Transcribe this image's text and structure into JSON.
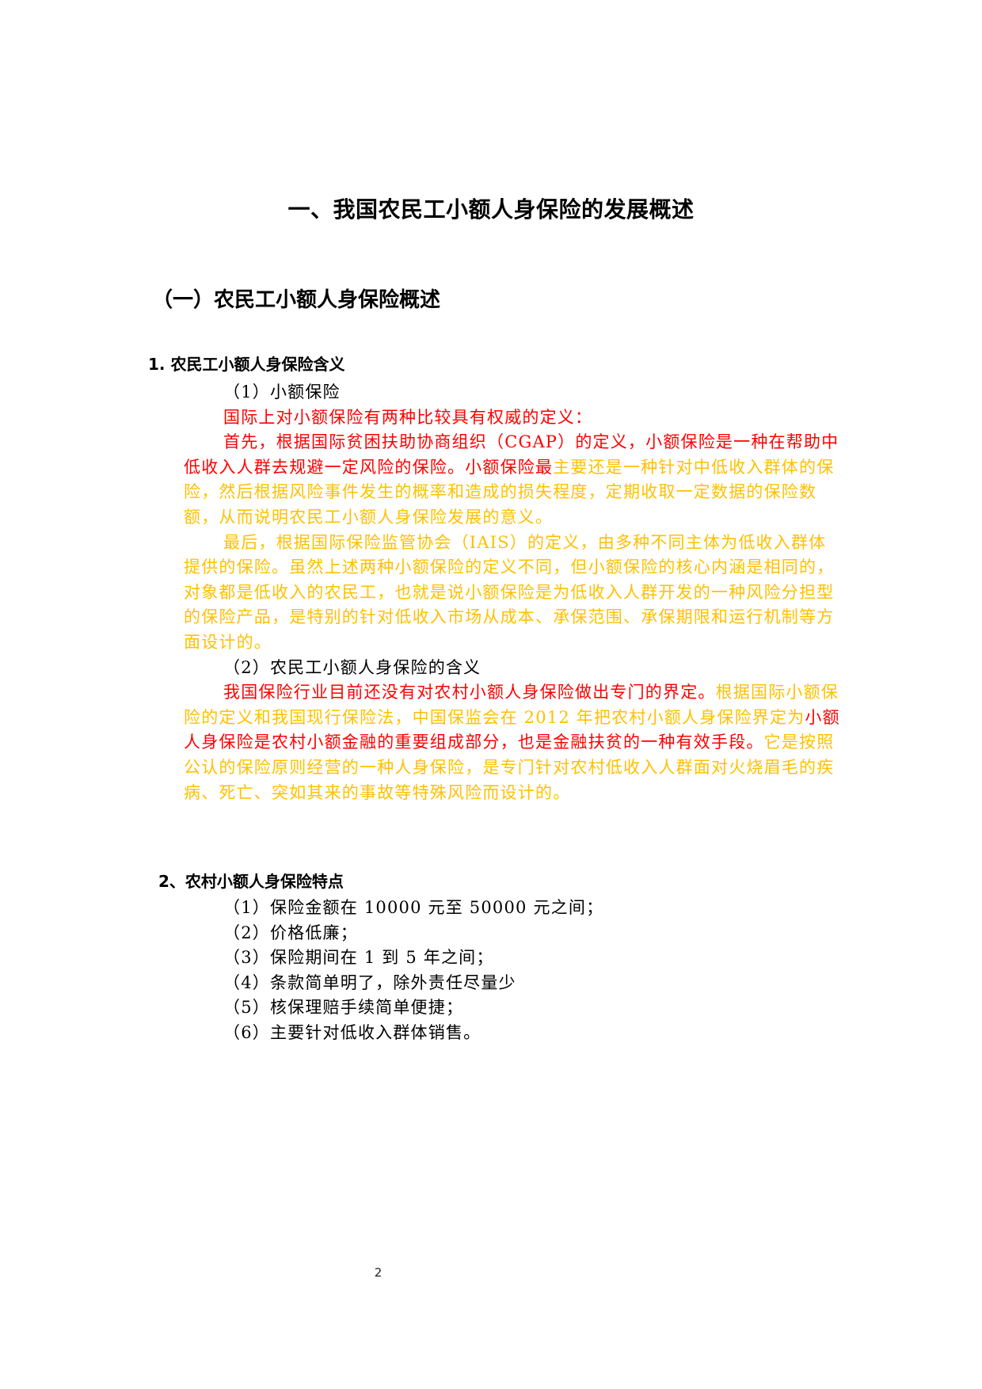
{
  "document": {
    "title": "一、我国农民工小额人身保险的发展概述",
    "section": "（一）农民工小额人身保险概述",
    "subsection1": {
      "heading": "1. 农民工小额人身保险含义",
      "item1_label": "（1）小额保险",
      "p1": "国际上对小额保险有两种比较具有权威的定义：",
      "p2_red": "首先，根据国际贫困扶助协商组织（CGAP）的定义，小额保险是一种在帮助中低收入人群去规避一定风险的保险。小额保险最",
      "p2_yellow": "主要还是一种针对中低收入群体的保险，然后根据风险事件发生的概率和造成的损失程度，定期收取一定数据的保险数额，从而说明农民工小额人身保险发展的意义。",
      "p3": "最后，根据国际保险监管协会（IAIS）的定义，由多种不同主体为低收入群体提供的保险。虽然上述两种小额保险的定义不同，但小额保险的核心内涵是相同的，对象都是低收入的农民工，也就是说小额保险是为低收入人群开发的一种风险分担型的保险产品，是特别的针对低收入市场从成本、承保范围、承保期限和运行机制等方面设计的。",
      "item2_label": "（2）农民工小额人身保险的含义",
      "p4_red1": "我国保险行业目前还没有对农村小额人身保险做出专门的界定。",
      "p4_yellow1": "根据国际小额保险的定义和我国现行保险法，中国保监会在 2012 年把农村小额人身保险界定为",
      "p4_red2": "小额人身保险是农村小额金融的重要组成部分，也是金融扶贫的一种有效手段。",
      "p4_yellow2": "它是按照公认的保险原则经营的一种人身保险，是专门针对农村低收入人群面对火烧眉毛的疾病、死亡、突如其来的事故等特殊风险而设计的。"
    },
    "subsection2": {
      "heading": "2、农村小额人身保险特点",
      "items": [
        "（1）保险金额在 10000 元至 50000 元之间；",
        "（2）价格低廉；",
        "（3）保险期间在 1 到 5 年之间；",
        "（4）条款简单明了，除外责任尽量少",
        "（5）核保理赔手续简单便捷；",
        "（6）主要针对低收入群体销售。"
      ]
    },
    "page_number": "2"
  },
  "colors": {
    "highlight_red": "#ff0000",
    "highlight_yellow": "#ffc000",
    "text": "#000000"
  }
}
